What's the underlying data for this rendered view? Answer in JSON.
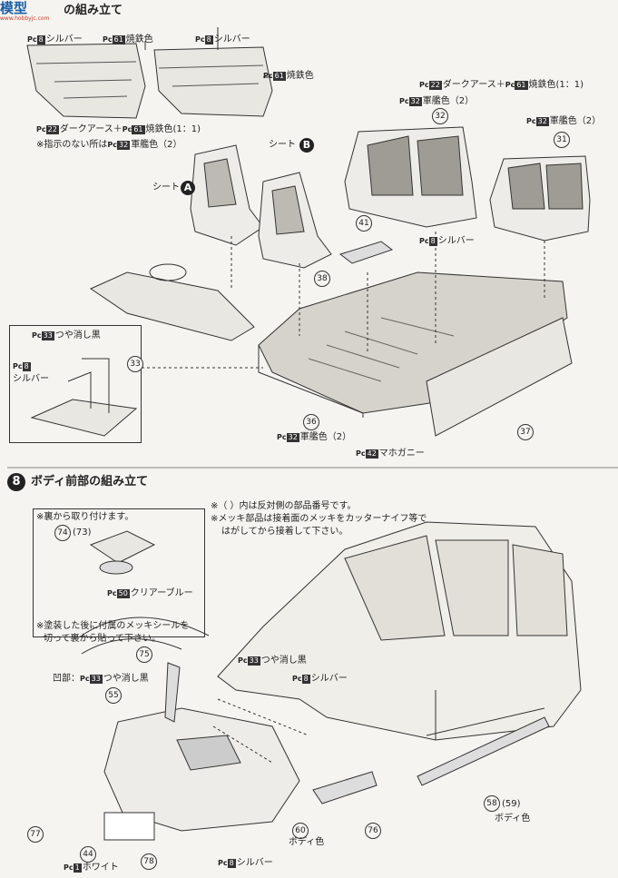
{
  "logo": {
    "text": "模型",
    "sub": "www.hobbyjc.com"
  },
  "step7": {
    "title": "の組み立て"
  },
  "step8": {
    "number": "8",
    "title": "ボディ前部の組み立て"
  },
  "pc": "Pc",
  "labels": {
    "silver": "シルバー",
    "yakitetsu": "焼鉄色",
    "darkearth": "ダークアース＋",
    "ratio": "(1：1)",
    "gunkan": "軍艦色",
    "gunkan2": "軍艦色（2）",
    "note_unspecified": "※指示のない所は",
    "tsuyakeshi": "つや消し黒",
    "mahogany": "マホガニー",
    "clearblue": "クリアーブルー",
    "white": "ホワイト",
    "bodycolor": "ボディ色",
    "seatA": "シート",
    "seatB": "シート",
    "dent": "凹部："
  },
  "paint_nums": {
    "silver": "8",
    "yakitetsu": "61",
    "darkearth": "22",
    "gunkan": "32",
    "tsuyakeshi": "33",
    "mahogany": "42",
    "clearblue": "50",
    "white": "1"
  },
  "letters": {
    "a": "A",
    "b": "B"
  },
  "parts": {
    "p31": "31",
    "p32": "32",
    "p33": "33",
    "p36": "36",
    "p37": "37",
    "p38": "38",
    "p41": "41",
    "p44": "44",
    "p55": "55",
    "p58": "58",
    "p59": "(59)",
    "p60": "60",
    "p73": "(73)",
    "p74": "74",
    "p75": "75",
    "p76": "76",
    "p77": "77",
    "p78": "78"
  },
  "notes8": {
    "n1": "※（ ）内は反対側の部品番号です。",
    "n2": "※メッキ部品は接着面のメッキをカッターナイフ等で",
    "n3": "はがしてから接着して下さい。",
    "back": "※裏から取り付けます。",
    "seal1": "※塗装した後に付属のメッキシールを",
    "seal2": "切って裏から貼って下さい。"
  }
}
